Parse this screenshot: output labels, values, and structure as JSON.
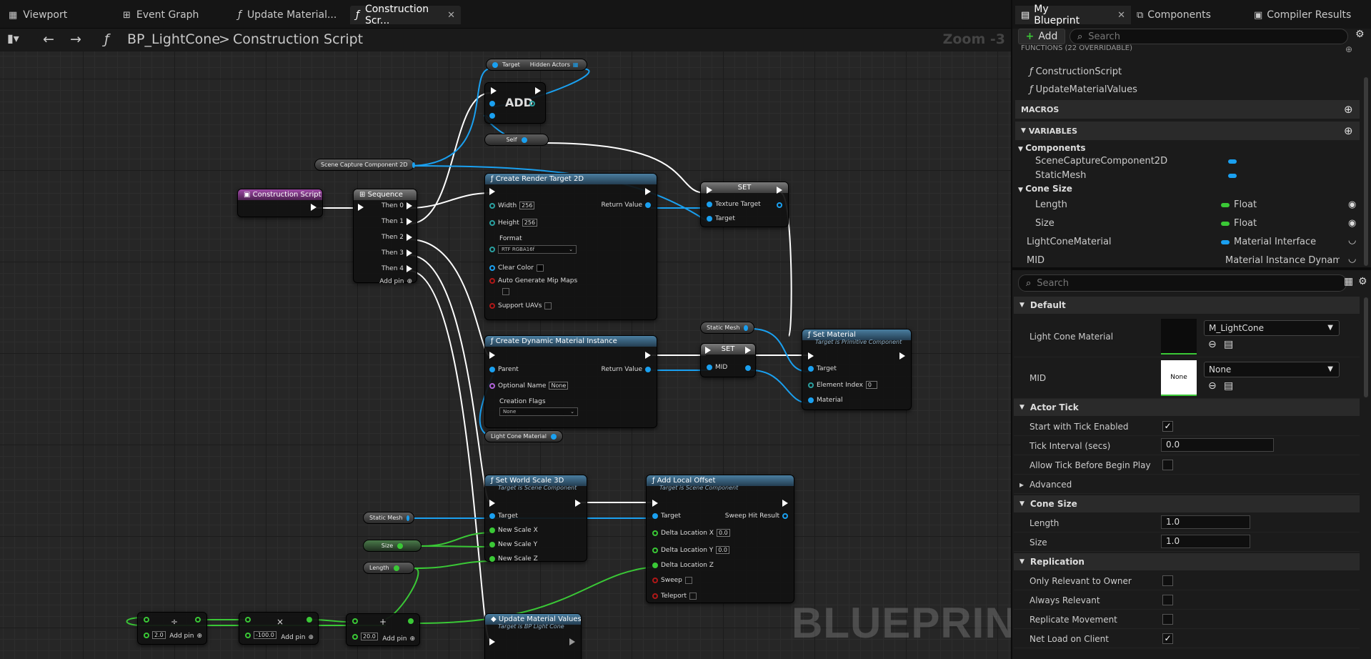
{
  "tabs": [
    {
      "icon": "viewport-icon",
      "label": "Viewport"
    },
    {
      "icon": "event-graph-icon",
      "label": "Event Graph"
    },
    {
      "icon": "function-icon",
      "label": "Update Material..."
    },
    {
      "icon": "function-icon",
      "label": "Construction Scr..."
    }
  ],
  "breadcrumb": {
    "blueprint": "BP_LightCone",
    "separator": ">",
    "graph": "Construction Script"
  },
  "zoom": "Zoom -3",
  "watermark": "BLUEPRINT",
  "nodes": {
    "hidden_actors": {
      "target": "Target",
      "hidden": "Hidden Actors"
    },
    "add": {
      "label": "ADD"
    },
    "self": {
      "label": "Self"
    },
    "scene_capture": {
      "label": "Scene Capture Component 2D"
    },
    "construction_script": {
      "title": "Construction Script"
    },
    "sequence": {
      "title": "Sequence",
      "pins": [
        "Then 0",
        "Then 1",
        "Then 2",
        "Then 3",
        "Then 4"
      ],
      "add_pin": "Add pin"
    },
    "create_rt": {
      "title": "Create Render Target 2D",
      "width_label": "Width",
      "width": "256",
      "height_label": "Height",
      "height": "256",
      "format_label": "Format",
      "format": "RTF RGBA16f",
      "clear_color": "Clear Color",
      "auto_mip": "Auto Generate Mip Maps",
      "support_uavs": "Support UAVs",
      "return_value": "Return Value"
    },
    "set_texture": {
      "title": "SET",
      "texture_target": "Texture Target",
      "target": "Target"
    },
    "static_mesh_top": {
      "label": "Static Mesh"
    },
    "set_material": {
      "title": "Set Material",
      "subtitle": "Target is Primitive Component",
      "target": "Target",
      "element_index": "Element Index",
      "element_index_value": "0",
      "material": "Material"
    },
    "create_dmi": {
      "title": "Create Dynamic Material Instance",
      "parent": "Parent",
      "optional_name": "Optional Name",
      "optional_name_value": "None",
      "creation_flags": "Creation Flags",
      "creation_flags_value": "None",
      "return_value": "Return Value"
    },
    "set_mid": {
      "title": "SET",
      "mid": "MID"
    },
    "light_cone_material": {
      "label": "Light Cone Material"
    },
    "set_world_scale": {
      "title": "Set World Scale 3D",
      "subtitle": "Target is Scene Component",
      "target": "Target",
      "x": "New Scale X",
      "y": "New Scale Y",
      "z": "New Scale Z"
    },
    "add_local_offset": {
      "title": "Add Local Offset",
      "subtitle": "Target is Scene Component",
      "target": "Target",
      "sweep_hit": "Sweep Hit Result",
      "dx": "Delta Location X",
      "dx_value": "0.0",
      "dy": "Delta Location Y",
      "dy_value": "0.0",
      "dz": "Delta Location Z",
      "sweep": "Sweep",
      "teleport": "Teleport"
    },
    "static_mesh_bottom": {
      "label": "Static Mesh"
    },
    "size_var": {
      "label": "Size"
    },
    "length_var": {
      "label": "Length"
    },
    "math_divide": {
      "value": "2.0",
      "op": "÷",
      "add_pin": "Add pin"
    },
    "math_multiply": {
      "value": "-100.0",
      "op": "×",
      "add_pin": "Add pin"
    },
    "math_add": {
      "value": "20.0",
      "op": "+",
      "add_pin": "Add pin"
    },
    "update_material_values": {
      "title": "Update Material Values",
      "subtitle": "Target is BP Light Cone"
    }
  },
  "panel": {
    "tabs": [
      {
        "icon": "my-blueprint-icon",
        "label": "My Blueprint"
      },
      {
        "icon": "components-icon",
        "label": "Components"
      },
      {
        "icon": "compiler-results-icon",
        "label": "Compiler Results"
      }
    ],
    "add_label": "Add",
    "search_placeholder": "Search",
    "functions_header": "FUNCTIONS (22 OVERRIDABLE)",
    "functions": [
      "ConstructionScript",
      "UpdateMaterialValues"
    ],
    "macros_header": "MACROS",
    "variables_header": "VARIABLES",
    "components_cat": "Components",
    "components": [
      "SceneCaptureComponent2D",
      "StaticMesh"
    ],
    "cone_size_cat": "Cone Size",
    "cone_vars": [
      {
        "name": "Length",
        "type": "Float"
      },
      {
        "name": "Size",
        "type": "Float"
      }
    ],
    "other_vars": [
      {
        "name": "LightConeMaterial",
        "type": "Material Interface"
      },
      {
        "name": "MID",
        "type": "Material Instance Dynamic"
      }
    ]
  },
  "details": {
    "search_placeholder": "Search",
    "default_header": "Default",
    "light_cone_material_label": "Light Cone Material",
    "light_cone_material_value": "M_LightCone",
    "mid_label": "MID",
    "mid_thumb": "None",
    "mid_value": "None",
    "actor_tick_header": "Actor Tick",
    "start_tick_label": "Start with Tick Enabled",
    "tick_interval_label": "Tick Interval (secs)",
    "tick_interval_value": "0.0",
    "allow_tick_label": "Allow Tick Before Begin Play",
    "advanced_label": "Advanced",
    "cone_size_header": "Cone Size",
    "length_label": "Length",
    "length_value": "1.0",
    "size_label": "Size",
    "size_value": "1.0",
    "replication_header": "Replication",
    "only_relevant_label": "Only Relevant to Owner",
    "always_relevant_label": "Always Relevant",
    "replicate_movement_label": "Replicate Movement",
    "net_load_label": "Net Load on Client"
  },
  "colors": {
    "exec": "#ffffff",
    "object_pin": "#1aa0f0",
    "float_pin": "#3ac836",
    "graph_bg": "#262626"
  }
}
